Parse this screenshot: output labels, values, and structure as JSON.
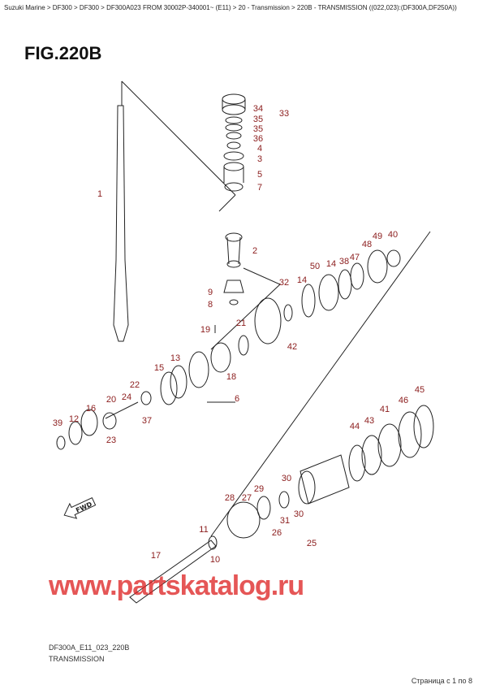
{
  "breadcrumb": "Suzuki Marine > DF300 > DF300 > DF300A023 FROM 30002P-340001~ (E11) > 20 - Transmission > 220B - TRANSMISSION ((022,023):(DF300A,DF250A))",
  "figure_title": "FIG.220B",
  "callouts": [
    "34",
    "33",
    "35",
    "35",
    "36",
    "4",
    "3",
    "5",
    "7",
    "1",
    "2",
    "50",
    "14",
    "38",
    "47",
    "48",
    "49",
    "40",
    "32",
    "14",
    "9",
    "8",
    "21",
    "19",
    "42",
    "13",
    "15",
    "18",
    "22",
    "24",
    "20",
    "6",
    "16",
    "12",
    "37",
    "39",
    "23",
    "45",
    "46",
    "41",
    "43",
    "44",
    "30",
    "29",
    "28",
    "27",
    "31",
    "30",
    "26",
    "25",
    "11",
    "17",
    "10"
  ],
  "fwd_label": "FWD",
  "watermark": "www.partskatalog.ru",
  "drawing_code": "DF300A_E11_023_220B",
  "caption": "TRANSMISSION",
  "pager": "Страница с 1 по 8",
  "colors": {
    "callout": "#8b1c1c",
    "watermark": "#dc1e1e"
  }
}
